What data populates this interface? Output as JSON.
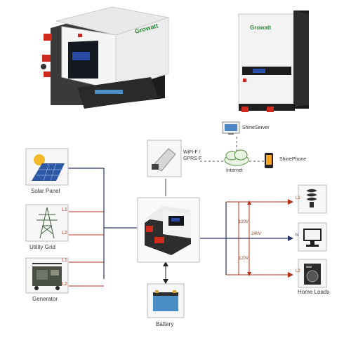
{
  "brand": "Growatt",
  "cloud": {
    "shine_server": "ShineServer",
    "internet": "Internet",
    "shine_phone": "ShinePhone",
    "wifi_module": "WiFi-F /\nGPRS-F"
  },
  "sources": {
    "solar_panel": "Solar Panel",
    "utility_grid": "Utility Grid",
    "generator": "Generator",
    "l1": "L1",
    "l2": "L2"
  },
  "loads": {
    "l1": "L1",
    "n": "N",
    "l2": "L2",
    "v120_top": "120V",
    "v240": "240V",
    "v120_bottom": "120V",
    "home_loads": "Home Loads"
  },
  "battery": "Battery",
  "colors": {
    "line_dark": "#2a3566",
    "line_red": "#b3341b",
    "frame_border": "#b9b9b9"
  }
}
